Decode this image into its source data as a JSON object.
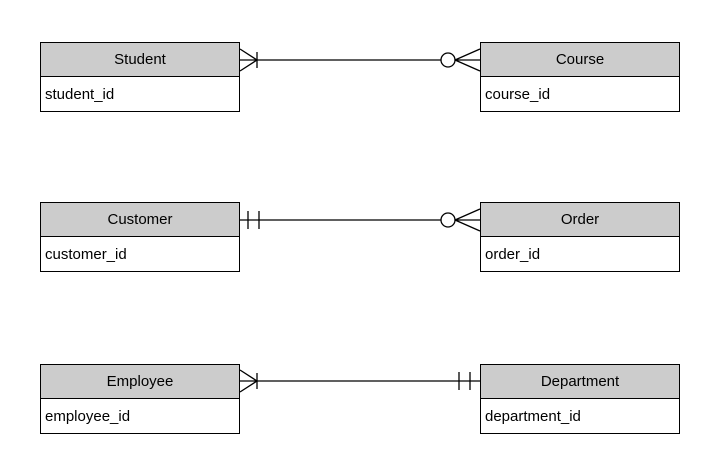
{
  "diagram": {
    "type": "entity-relationship-diagram",
    "notation": "crows-foot",
    "colors": {
      "canvas-bg": "#ffffff",
      "entity-header-fill": "#cccccc",
      "entity-body-fill": "#ffffff",
      "border": "#000000",
      "line": "#000000"
    }
  },
  "entities": [
    {
      "name": "Student",
      "attributes": [
        "student_id"
      ]
    },
    {
      "name": "Course",
      "attributes": [
        "course_id"
      ]
    },
    {
      "name": "Customer",
      "attributes": [
        "customer_id"
      ]
    },
    {
      "name": "Order",
      "attributes": [
        "order_id"
      ]
    },
    {
      "name": "Employee",
      "attributes": [
        "employee_id"
      ]
    },
    {
      "name": "Department",
      "attributes": [
        "department_id"
      ]
    }
  ],
  "relationships": [
    {
      "from": "Student",
      "to": "Course",
      "from_cardinality": "one-or-many",
      "to_cardinality": "zero-or-many",
      "from_symbol": "crows-foot-with-tick",
      "to_symbol": "circle-with-crows-foot"
    },
    {
      "from": "Customer",
      "to": "Order",
      "from_cardinality": "exactly-one",
      "to_cardinality": "zero-or-many",
      "from_symbol": "double-tick",
      "to_symbol": "circle-with-crows-foot"
    },
    {
      "from": "Employee",
      "to": "Department",
      "from_cardinality": "one-or-many",
      "to_cardinality": "exactly-one",
      "from_symbol": "crows-foot-with-tick",
      "to_symbol": "double-tick"
    }
  ]
}
